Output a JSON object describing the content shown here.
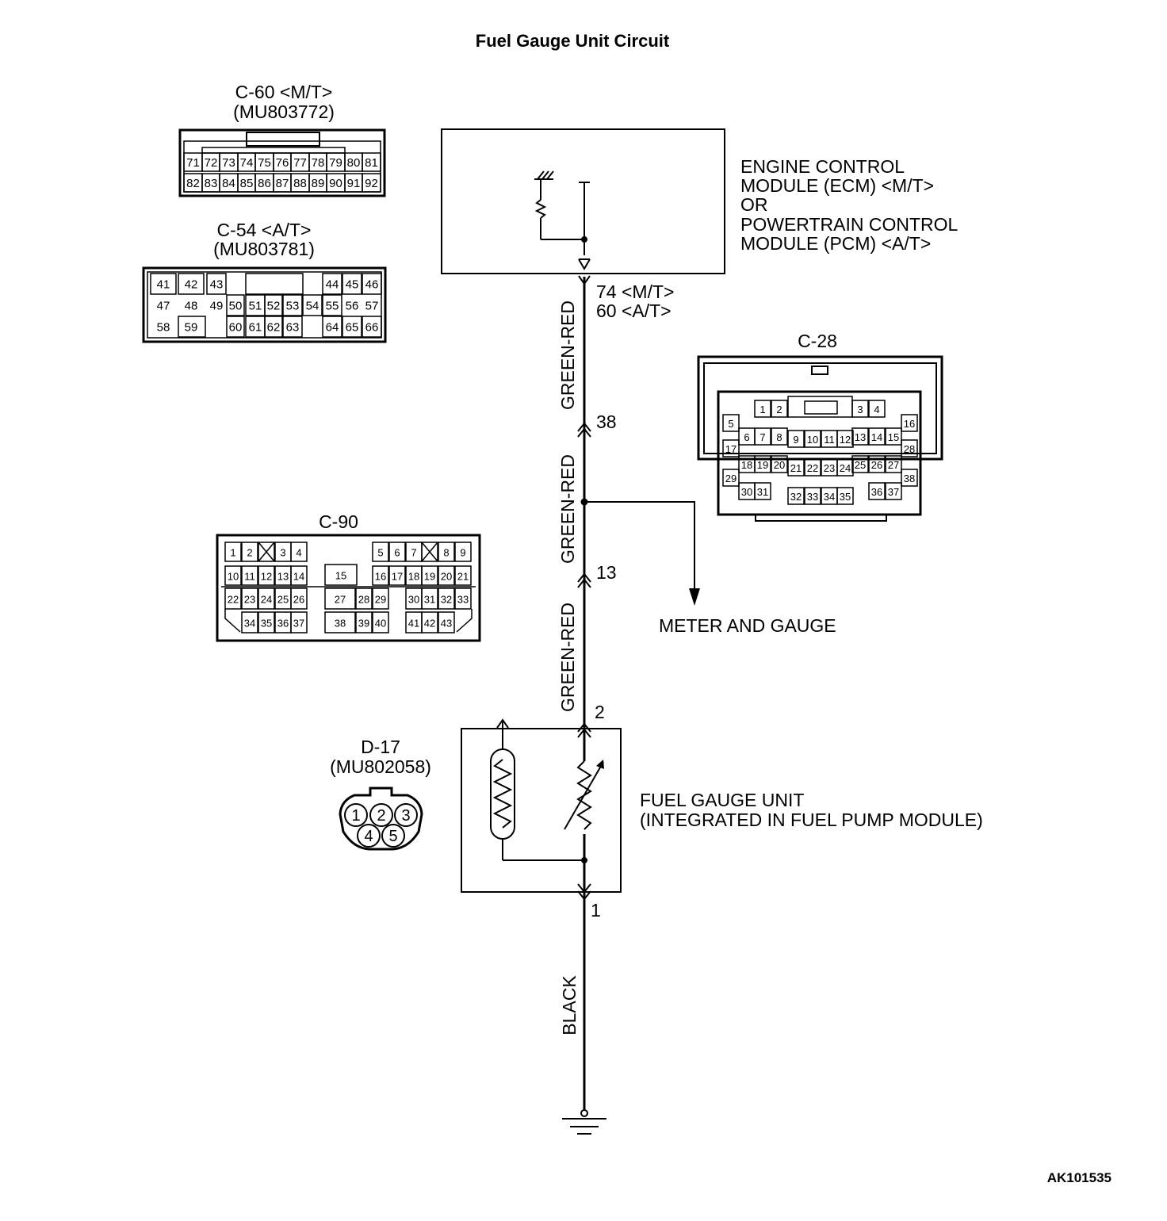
{
  "title": "Fuel Gauge Unit Circuit",
  "ecm": {
    "line1": "ENGINE CONTROL",
    "line2": "MODULE (ECM) <M/T>",
    "line3": "OR",
    "line4": "POWERTRAIN CONTROL",
    "line5": "MODULE (PCM) <A/T>"
  },
  "pins": {
    "ecm_mt": "74 <M/T>",
    "ecm_at": "60 <A/T>",
    "c28": "38",
    "c90": "13",
    "d17_top": "2",
    "d17_bottom": "1"
  },
  "wires": {
    "w1": "GREEN-RED",
    "w2": "GREEN-RED",
    "w3": "GREEN-RED",
    "ground": "BLACK"
  },
  "meter": "METER AND GAUGE",
  "fuel_unit": {
    "line1": "FUEL GAUGE UNIT",
    "line2": "(INTEGRATED IN FUEL PUMP MODULE)"
  },
  "connectors": {
    "c60": {
      "name": "C-60 <M/T>",
      "part": "(MU803772)",
      "row1": [
        "71",
        "72",
        "73",
        "74",
        "75",
        "76",
        "77",
        "78",
        "79",
        "80",
        "81"
      ],
      "row2": [
        "82",
        "83",
        "84",
        "85",
        "86",
        "87",
        "88",
        "89",
        "90",
        "91",
        "92"
      ]
    },
    "c54": {
      "name": "C-54 <A/T>",
      "part": "(MU803781)",
      "row1": [
        "41",
        "42",
        "43",
        "44",
        "45",
        "46"
      ],
      "row2": [
        "47",
        "48",
        "49",
        "50",
        "51",
        "52",
        "53",
        "54",
        "55",
        "56",
        "57"
      ],
      "row3": [
        "58",
        "59",
        "60",
        "61",
        "62",
        "63",
        "64",
        "65",
        "66"
      ]
    },
    "c28": {
      "name": "C-28",
      "pins": [
        "1",
        "2",
        "3",
        "4",
        "5",
        "6",
        "7",
        "8",
        "9",
        "10",
        "11",
        "12",
        "13",
        "14",
        "15",
        "16",
        "17",
        "18",
        "19",
        "20",
        "21",
        "22",
        "23",
        "24",
        "25",
        "26",
        "27",
        "28",
        "29",
        "30",
        "31",
        "32",
        "33",
        "34",
        "35",
        "36",
        "37",
        "38"
      ]
    },
    "c90": {
      "name": "C-90",
      "pins": [
        "1",
        "2",
        "3",
        "4",
        "5",
        "6",
        "7",
        "8",
        "9",
        "10",
        "11",
        "12",
        "13",
        "14",
        "15",
        "16",
        "17",
        "18",
        "19",
        "20",
        "21",
        "22",
        "23",
        "24",
        "25",
        "26",
        "27",
        "28",
        "29",
        "30",
        "31",
        "32",
        "33",
        "34",
        "35",
        "36",
        "37",
        "38",
        "39",
        "40",
        "41",
        "42",
        "43"
      ]
    },
    "d17": {
      "name": "D-17",
      "part": "(MU802058)",
      "pins": [
        "1",
        "2",
        "3",
        "4",
        "5"
      ]
    }
  },
  "figure_id": "AK101535"
}
